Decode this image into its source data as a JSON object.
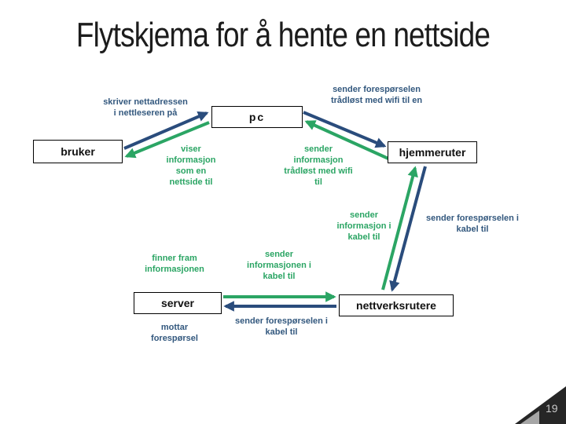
{
  "title": "Flytskjema for å hente en nettside",
  "page_number": "19",
  "colors": {
    "request_blue_text": "#33587E",
    "request_blue_arrow": "#2A4C7C",
    "response_green": "#2BA564",
    "box_border": "#000000",
    "corner_dark": "#262626",
    "corner_gray": "#a6a6a6",
    "page_number_gray": "#c9c9c9"
  },
  "nodes": {
    "bruker": {
      "label": "bruker"
    },
    "pc": {
      "label": "pc"
    },
    "hjemmeruter": {
      "label": "hjemmeruter"
    },
    "server": {
      "label": "server"
    },
    "nettverksrutere": {
      "label": "nettverksrutere"
    }
  },
  "flow_labels": {
    "bruker_to_pc": "skriver nettadressen\ni nettleseren på",
    "pc_to_hjemmeruter": "sender forespørselen\ntrådløst med wifi til en",
    "pc_to_bruker": "viser\ninformasjon\nsom en\nnettside til",
    "hjemmeruter_to_pc": "sender\ninformasjon\ntrådløst med wifi\ntil",
    "nettverksrutere_to_hjemmeruter": "sender\ninformasjon i\nkabel til",
    "hjemmeruter_to_nettverksrutere": "sender forespørselen i\nkabel til",
    "server_to_nettverksrutere": "sender\ninformasjonen i\nkabel til",
    "nettverksrutere_to_server": "sender forespørselen i\nkabel til",
    "server_finds": "finner fram\ninformasjonen",
    "server_receives": "mottar\nforespørsel"
  },
  "edges": [
    {
      "from": "bruker",
      "to": "pc",
      "color": "blue"
    },
    {
      "from": "pc",
      "to": "hjemmeruter",
      "color": "blue"
    },
    {
      "from": "hjemmeruter",
      "to": "nettverksrutere",
      "color": "blue"
    },
    {
      "from": "nettverksrutere",
      "to": "server",
      "color": "blue"
    },
    {
      "from": "server",
      "to": "nettverksrutere",
      "color": "green"
    },
    {
      "from": "nettverksrutere",
      "to": "hjemmeruter",
      "color": "green"
    },
    {
      "from": "hjemmeruter",
      "to": "pc",
      "color": "green"
    },
    {
      "from": "pc",
      "to": "bruker",
      "color": "green"
    }
  ]
}
